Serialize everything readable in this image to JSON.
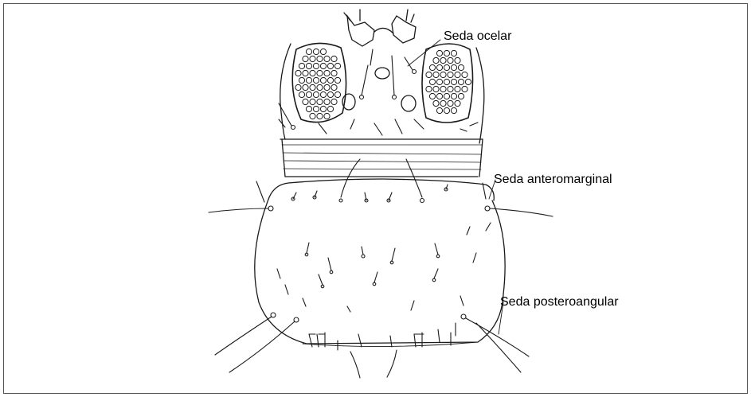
{
  "labels": {
    "ocelar": "Seda ocelar",
    "anteromarginal": "Seda anteromarginal",
    "posteroangular": "Seda posteroangular"
  },
  "colors": {
    "ink": "#1a1a1a",
    "frame": "#555555",
    "background": "#ffffff"
  }
}
